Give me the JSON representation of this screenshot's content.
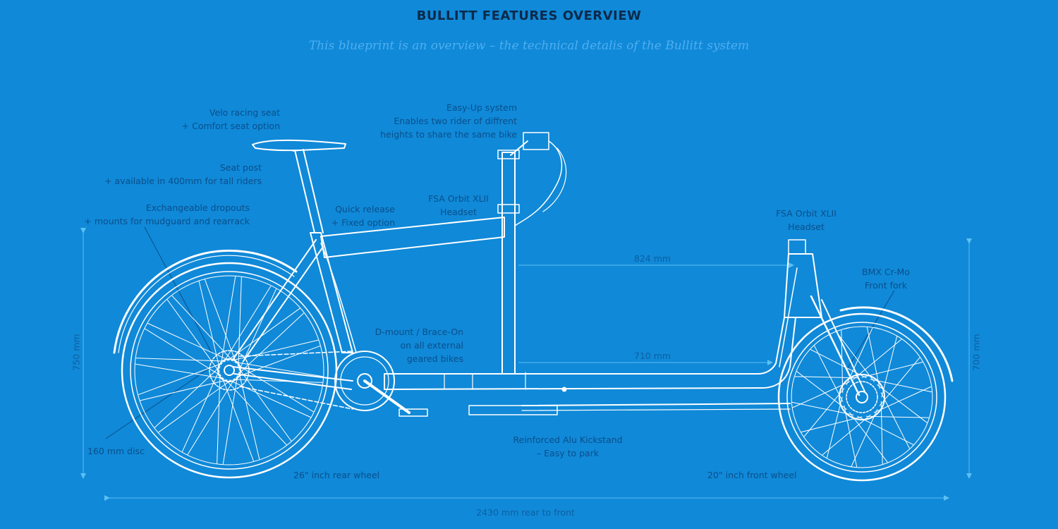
{
  "title": "BULLITT FEATURES OVERVIEW",
  "subtitle": "This blueprint is an overview – the technical detalis of the Bullitt system",
  "colors": {
    "background": "#1089d8",
    "line": "#ffffff",
    "label": "#0a4f8a",
    "dimension": "#5cc0f5"
  },
  "labels": {
    "seat": [
      "Velo racing seat",
      "+ Comfort seat option"
    ],
    "easyup": [
      "Easy-Up system",
      "Enables two rider of diffrent",
      "heights to share the same bike"
    ],
    "seatpost": [
      "Seat post",
      "+ available in 400mm for tall riders"
    ],
    "dropouts": [
      "Exchangeable dropouts",
      "+ mounts for mudguard and rearrack"
    ],
    "quickrelease": [
      "Quick release",
      "+ Fixed option"
    ],
    "headset1": [
      "FSA Orbit XLII",
      "Headset"
    ],
    "headset2": [
      "FSA Orbit XLII",
      "Headset"
    ],
    "fork": [
      "BMX Cr-Mo",
      "Front fork"
    ],
    "dmount": [
      "D-mount / Brace-On",
      "on all external",
      "geared bikes"
    ],
    "kickstand": [
      "Reinforced Alu Kickstand",
      "– Easy to park"
    ],
    "disc": "160 mm disc",
    "rearwheel": "26\" inch rear wheel",
    "frontwheel": "20\" inch front wheel"
  },
  "dimensions": {
    "height_rear": "750 mm",
    "height_front": "700 mm",
    "top_length": "824 mm",
    "cargo_length": "710 mm",
    "total_length": "2430 mm rear to front"
  }
}
